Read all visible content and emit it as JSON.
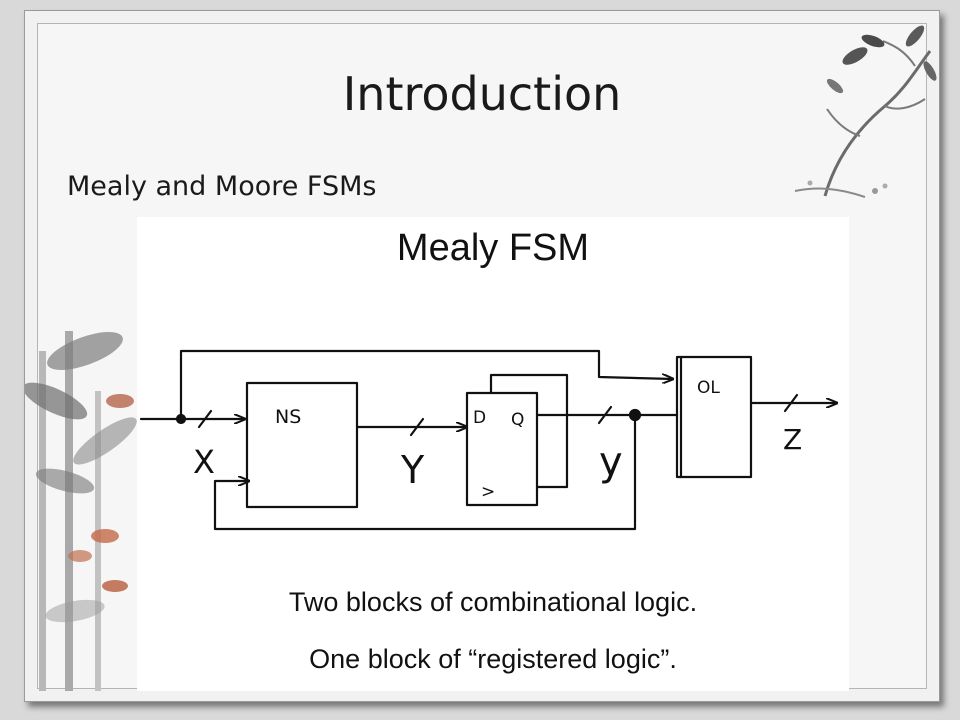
{
  "slide": {
    "title": "Introduction",
    "subtitle": "Mealy and Moore FSMs"
  },
  "figure": {
    "title": "Mealy FSM",
    "blocks": {
      "next_state": "NS",
      "register_d": "D",
      "register_q": "Q",
      "register_clk": ">",
      "output_logic": "OL"
    },
    "signals": {
      "input": "X",
      "next_state": "Y",
      "present_state": "y",
      "output": "Z"
    },
    "caption_line1": "Two blocks of combinational logic.",
    "caption_line2": "One block of “registered logic”."
  }
}
